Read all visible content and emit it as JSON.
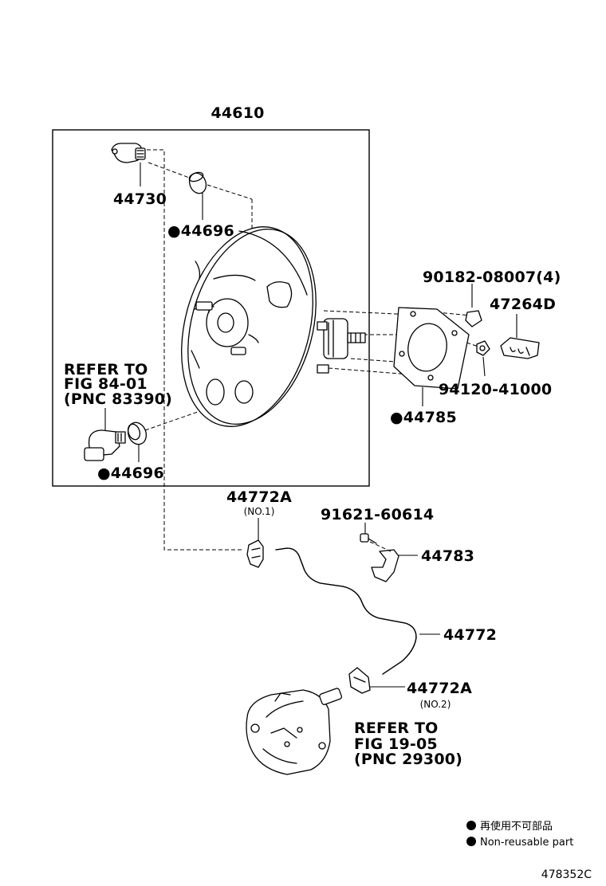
{
  "labels": {
    "assembly": "44610",
    "check_valve": "44730",
    "grommet_top": "●44696",
    "grommet_bottom": "●44696",
    "bolt": "90182-08007(4)",
    "bracket_part": "47264D",
    "nut": "94120-41000",
    "gasket": "●44785",
    "clamp_no1": "44772A",
    "clamp_no1_note": "(NO.1)",
    "screw": "91621-60614",
    "hose_bracket": "44783",
    "hose": "44772",
    "clamp_no2": "44772A",
    "clamp_no2_note": "(NO.2)"
  },
  "refer_left": [
    "REFER TO",
    "FIG 84-01",
    "(PNC 83390)"
  ],
  "refer_bottom": [
    "REFER TO",
    "FIG 19-05",
    "(PNC 29300)"
  ],
  "legend": {
    "zh": "再使用不可部品",
    "en": "Non-reusable part"
  },
  "diagram_number": "478352C"
}
